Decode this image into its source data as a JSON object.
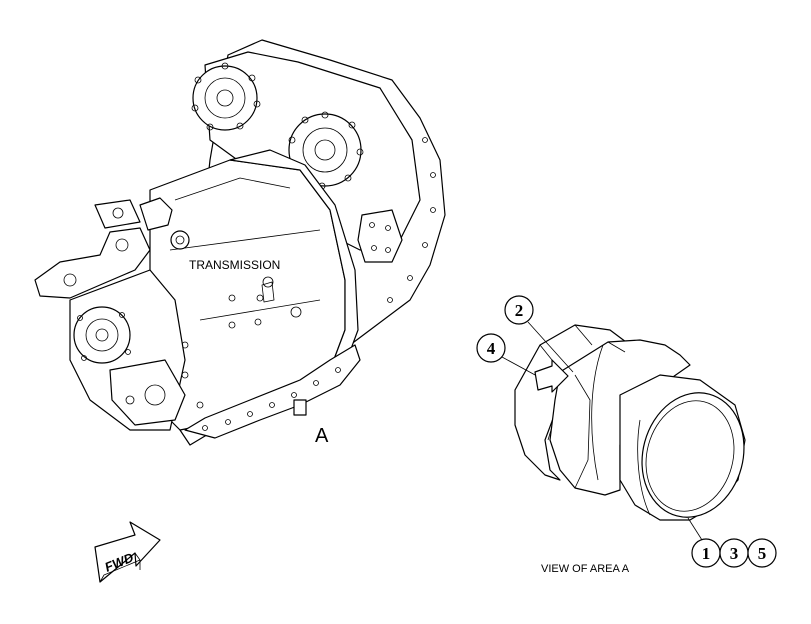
{
  "labels": {
    "transmission": "TRANSMISSION",
    "area": "A",
    "view": "VIEW OF AREA A",
    "fwd": "FWD"
  },
  "callouts": [
    "1",
    "2",
    "3",
    "4",
    "5"
  ],
  "colors": {
    "ink": "#000000",
    "paper": "#ffffff"
  }
}
